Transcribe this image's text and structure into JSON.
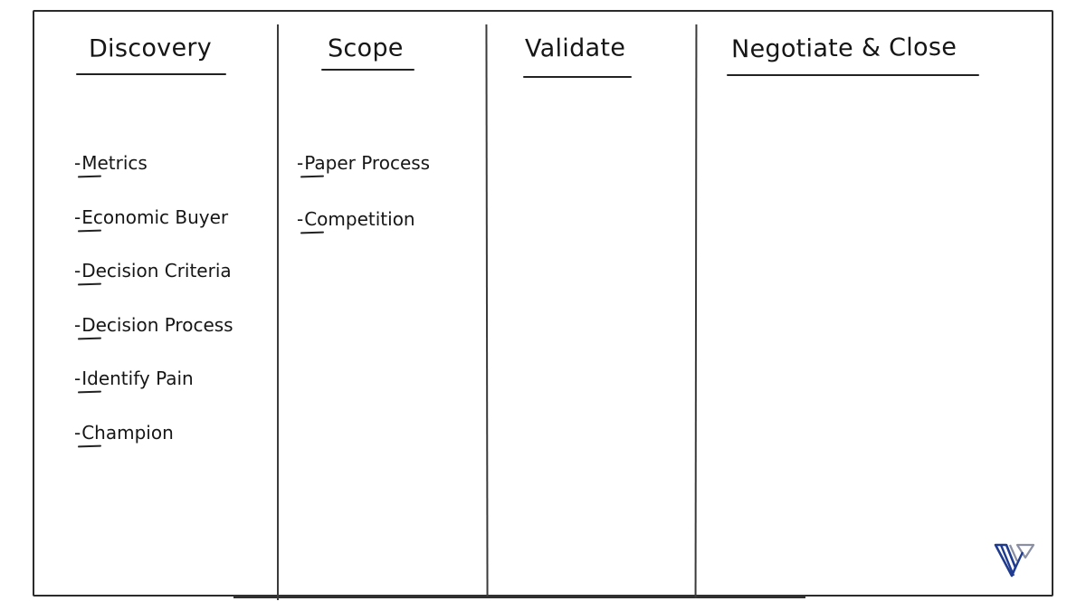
{
  "board": {
    "columns": [
      {
        "title": "Discovery",
        "items": [
          "Metrics",
          "Economic Buyer",
          "Decision Criteria",
          "Decision Process",
          "Identify Pain",
          "Champion"
        ]
      },
      {
        "title": "Scope",
        "items": [
          "Paper Process",
          "Competition"
        ]
      },
      {
        "title": "Validate",
        "items": []
      },
      {
        "title": "Negotiate & Close",
        "items": []
      }
    ],
    "item_prefix": "-"
  },
  "logo": {
    "icon": "v-chevron-logo-icon",
    "colors": {
      "primary": "#1f3b8f",
      "secondary": "#8a8fa3"
    }
  }
}
